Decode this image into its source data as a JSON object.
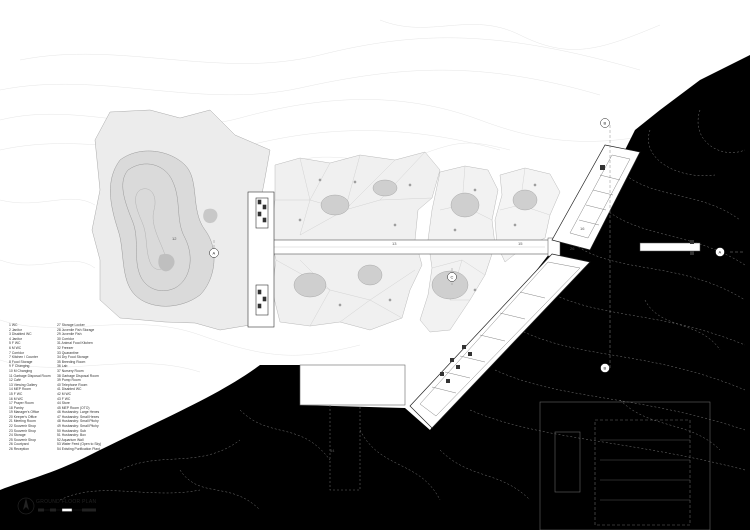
{
  "drawing": {
    "title": "GROUND FLOOR PLAN",
    "section_markers": [
      "B",
      "A",
      "C",
      "A",
      "B"
    ]
  },
  "legend": {
    "items": [
      "1 WC",
      "2 Janitor",
      "3 Disabled WC",
      "4 Janitor",
      "5 F WC",
      "6 M WC",
      "7 Corridor",
      "7 Kitchen / Counter",
      "8 Food Storage",
      "9 F Changing",
      "10 M Changing",
      "11 Garbage Disposal Room",
      "12 Café",
      "13 Viewing Gallery",
      "14 MEP Room",
      "15 F WC",
      "16 M WC",
      "17 Prayer Room",
      "18 Pantry",
      "19 Manager's Office",
      "20 Keeper's Office",
      "21 Meeting Room",
      "22 Souvenir Shop",
      "23 Souvenir Shop",
      "24 Storage",
      "25 Souvenir Shop",
      "26 Courtyard",
      "26 Reception",
      "27 Storage Locker",
      "28 Juvenile Fish Storage",
      "29 Juvenile Fish",
      "30 Corridor",
      "31 Animal Food Kitchen",
      "32 Freezer",
      "33 Quarantine",
      "34 Dry Food Storage",
      "35 Breeding Room",
      "36 Lab",
      "37 Nursery Room",
      "38 Garbage Disposal Room",
      "39 Pump Room",
      "40 Telephone Room",
      "41 Disabled WC",
      "42 M WC",
      "43 F WC",
      "44 Store",
      "45 MEP Room (OTO)",
      "46 Husbandry: Large Hexes",
      "47 Husbandry: Small Hexes",
      "48 Husbandry: Small Pitchy",
      "49 Husbandry: Small Pitchy",
      "50 Husbandry: Sub",
      "51 Husbandry: Box",
      "52 Aquarium Wall",
      "53 Water Feed (Open to Sky)",
      "54 Existing Purification Plant"
    ]
  },
  "rooms": {
    "hall": "12",
    "hall2": "13",
    "bridge": "15",
    "bar": "16",
    "court": "26",
    "base": "54"
  },
  "colors": {
    "ground": "#000000",
    "lines": "#888888",
    "contour_dark": "#bdbdbd",
    "contour_light": "#cfcfcf",
    "wing": "#ffffff"
  }
}
